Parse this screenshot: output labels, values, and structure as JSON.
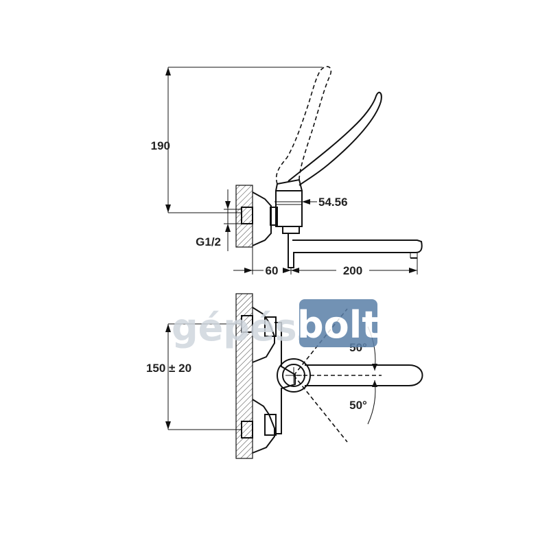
{
  "dimensions": {
    "height_total": "190",
    "outlet_diameter": "54.56",
    "thread": "G1/2",
    "wall_to_body": "60",
    "spout_length": "200",
    "inlet_spacing": "150 ± 20",
    "angle_upper": "50°",
    "angle_lower": "50°"
  },
  "watermark": {
    "part1": "gépész",
    "part2": "bolt",
    "box_color": "#5a7fa8",
    "text_color": "#cfd6de"
  }
}
